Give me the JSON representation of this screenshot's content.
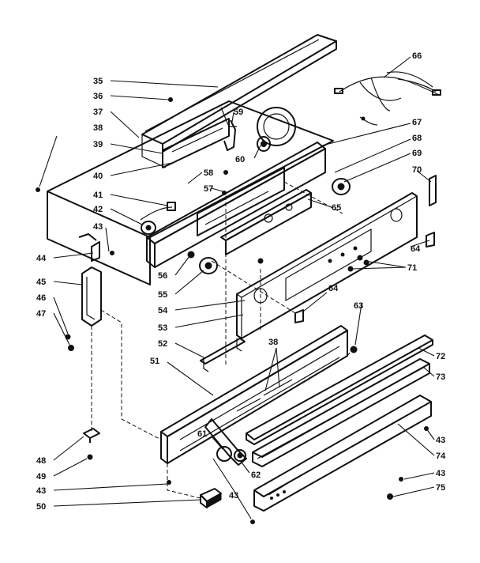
{
  "callouts": [
    {
      "id": "c35",
      "text": "35"
    },
    {
      "id": "c36",
      "text": "36"
    },
    {
      "id": "c37",
      "text": "37"
    },
    {
      "id": "c38a",
      "text": "38"
    },
    {
      "id": "c39",
      "text": "39"
    },
    {
      "id": "c40",
      "text": "40"
    },
    {
      "id": "c41",
      "text": "41"
    },
    {
      "id": "c42",
      "text": "42"
    },
    {
      "id": "c43a",
      "text": "43"
    },
    {
      "id": "c44",
      "text": "44"
    },
    {
      "id": "c45",
      "text": "45"
    },
    {
      "id": "c46",
      "text": "46"
    },
    {
      "id": "c47",
      "text": "47"
    },
    {
      "id": "c48",
      "text": "48"
    },
    {
      "id": "c49",
      "text": "49"
    },
    {
      "id": "c43b",
      "text": "43"
    },
    {
      "id": "c50",
      "text": "50"
    },
    {
      "id": "c59",
      "text": "59"
    },
    {
      "id": "c58",
      "text": "58"
    },
    {
      "id": "c57",
      "text": "57"
    },
    {
      "id": "c60",
      "text": "60"
    },
    {
      "id": "c66",
      "text": "66"
    },
    {
      "id": "c67",
      "text": "67"
    },
    {
      "id": "c68",
      "text": "68"
    },
    {
      "id": "c69",
      "text": "69"
    },
    {
      "id": "c70",
      "text": "70"
    },
    {
      "id": "c65",
      "text": "65"
    },
    {
      "id": "c64a",
      "text": "64"
    },
    {
      "id": "c71",
      "text": "71"
    },
    {
      "id": "c56",
      "text": "56"
    },
    {
      "id": "c55",
      "text": "55"
    },
    {
      "id": "c54",
      "text": "54"
    },
    {
      "id": "c64b",
      "text": "64"
    },
    {
      "id": "c63",
      "text": "63"
    },
    {
      "id": "c53",
      "text": "53"
    },
    {
      "id": "c52",
      "text": "52"
    },
    {
      "id": "c38b",
      "text": "38"
    },
    {
      "id": "c51",
      "text": "51"
    },
    {
      "id": "c72",
      "text": "72"
    },
    {
      "id": "c73",
      "text": "73"
    },
    {
      "id": "c61",
      "text": "61"
    },
    {
      "id": "c62",
      "text": "62"
    },
    {
      "id": "c43c",
      "text": "43"
    },
    {
      "id": "c43d",
      "text": "43"
    },
    {
      "id": "c74",
      "text": "74"
    },
    {
      "id": "c43e",
      "text": "43"
    },
    {
      "id": "c75",
      "text": "75"
    }
  ]
}
